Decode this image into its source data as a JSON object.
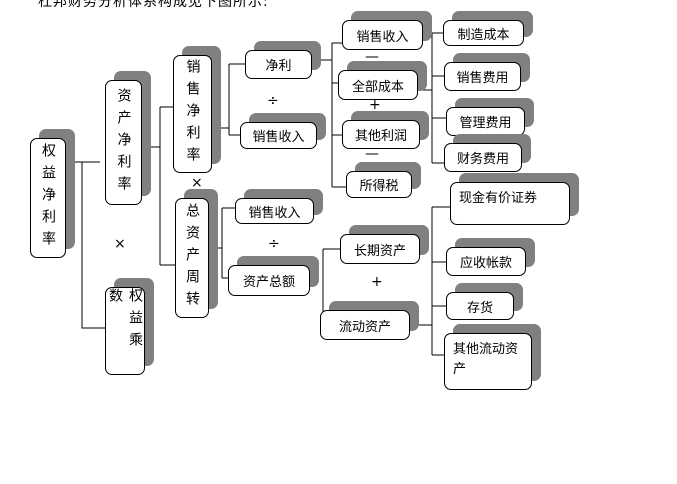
{
  "caption": "杜邦财务分析体系构成见下图所示:",
  "boxes": {
    "roe": "权益净利率",
    "roa": "资产净利率",
    "equity_multiplier": "权益乘数",
    "net_margin": "销售净利率",
    "asset_turnover": "总资产周转",
    "net_profit": "净利",
    "sales_1": "销售收入",
    "sales_2": "销售收入",
    "total_assets": "资产总额",
    "sales_3": "销售收入",
    "total_cost": "全部成本",
    "other_profit": "其他利润",
    "income_tax": "所得税",
    "manufacturing_cost": "制造成本",
    "selling_expense": "销售费用",
    "admin_expense": "管理费用",
    "finance_expense": "财务费用",
    "cash_securities": "现金有价证券",
    "long_term_assets": "长期资产",
    "current_assets": "流动资产",
    "receivables": "应收帐款",
    "inventory": "存货",
    "other_current_assets": "其他流动资产"
  },
  "operators": {
    "times_1": "×",
    "times_2": "×",
    "divide_1": "÷",
    "minus_1": "—",
    "plus_1": "+",
    "minus_2": "—",
    "divide_2": "÷",
    "plus_2": "+"
  }
}
